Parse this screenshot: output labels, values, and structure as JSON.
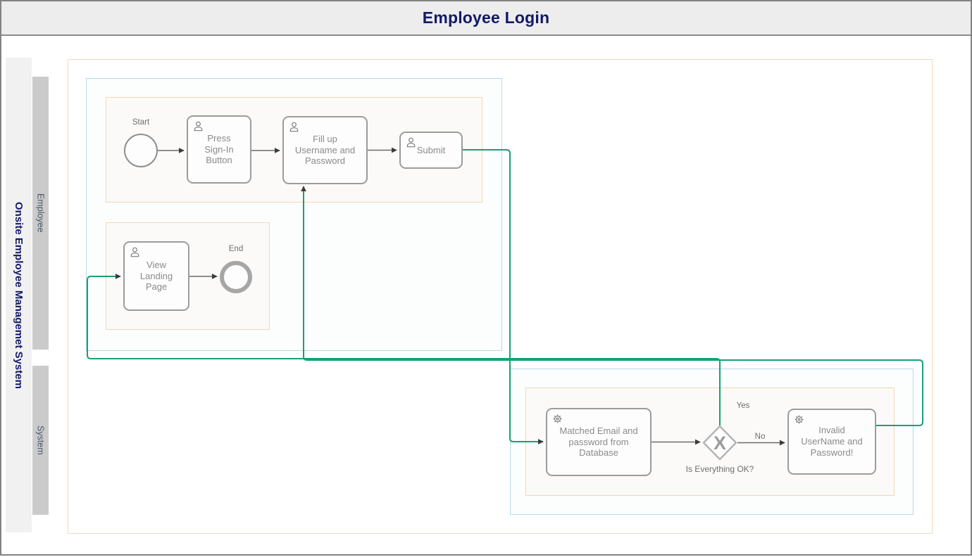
{
  "title": "Employee Login",
  "pool": {
    "label": "Onsite Employee Managemet System",
    "lanes": [
      {
        "label": "Employee"
      },
      {
        "label": "System"
      }
    ]
  },
  "nodes": {
    "start": {
      "type": "start-event",
      "label": "Start"
    },
    "task_press": {
      "type": "user-task",
      "label": "Press\nSign-In\nButton"
    },
    "task_fill": {
      "type": "user-task",
      "label": "Fill up\nUsername and\nPassword"
    },
    "task_submit": {
      "type": "user-task",
      "label": "Submit"
    },
    "task_view": {
      "type": "user-task",
      "label": "View\nLanding\nPage"
    },
    "end": {
      "type": "end-event",
      "label": "End"
    },
    "task_matched": {
      "type": "service-task",
      "label": "Matched Email and\npassword from\nDatabase"
    },
    "gateway": {
      "type": "exclusive-gateway",
      "symbol": "X",
      "label": "Is Everything OK?"
    },
    "task_invalid": {
      "type": "service-task",
      "label": "Invalid\nUserName and\nPassword!"
    }
  },
  "edges": {
    "yes_label": "Yes",
    "no_label": "No"
  },
  "colors": {
    "accent_flow": "#17a077",
    "title_text": "#121a67",
    "pool_fill": "#f1f1f1",
    "lane_fill": "#cbcbcb",
    "group_warm_border": "#f3d7b8",
    "group_cool_border": "#b6d9ea"
  }
}
